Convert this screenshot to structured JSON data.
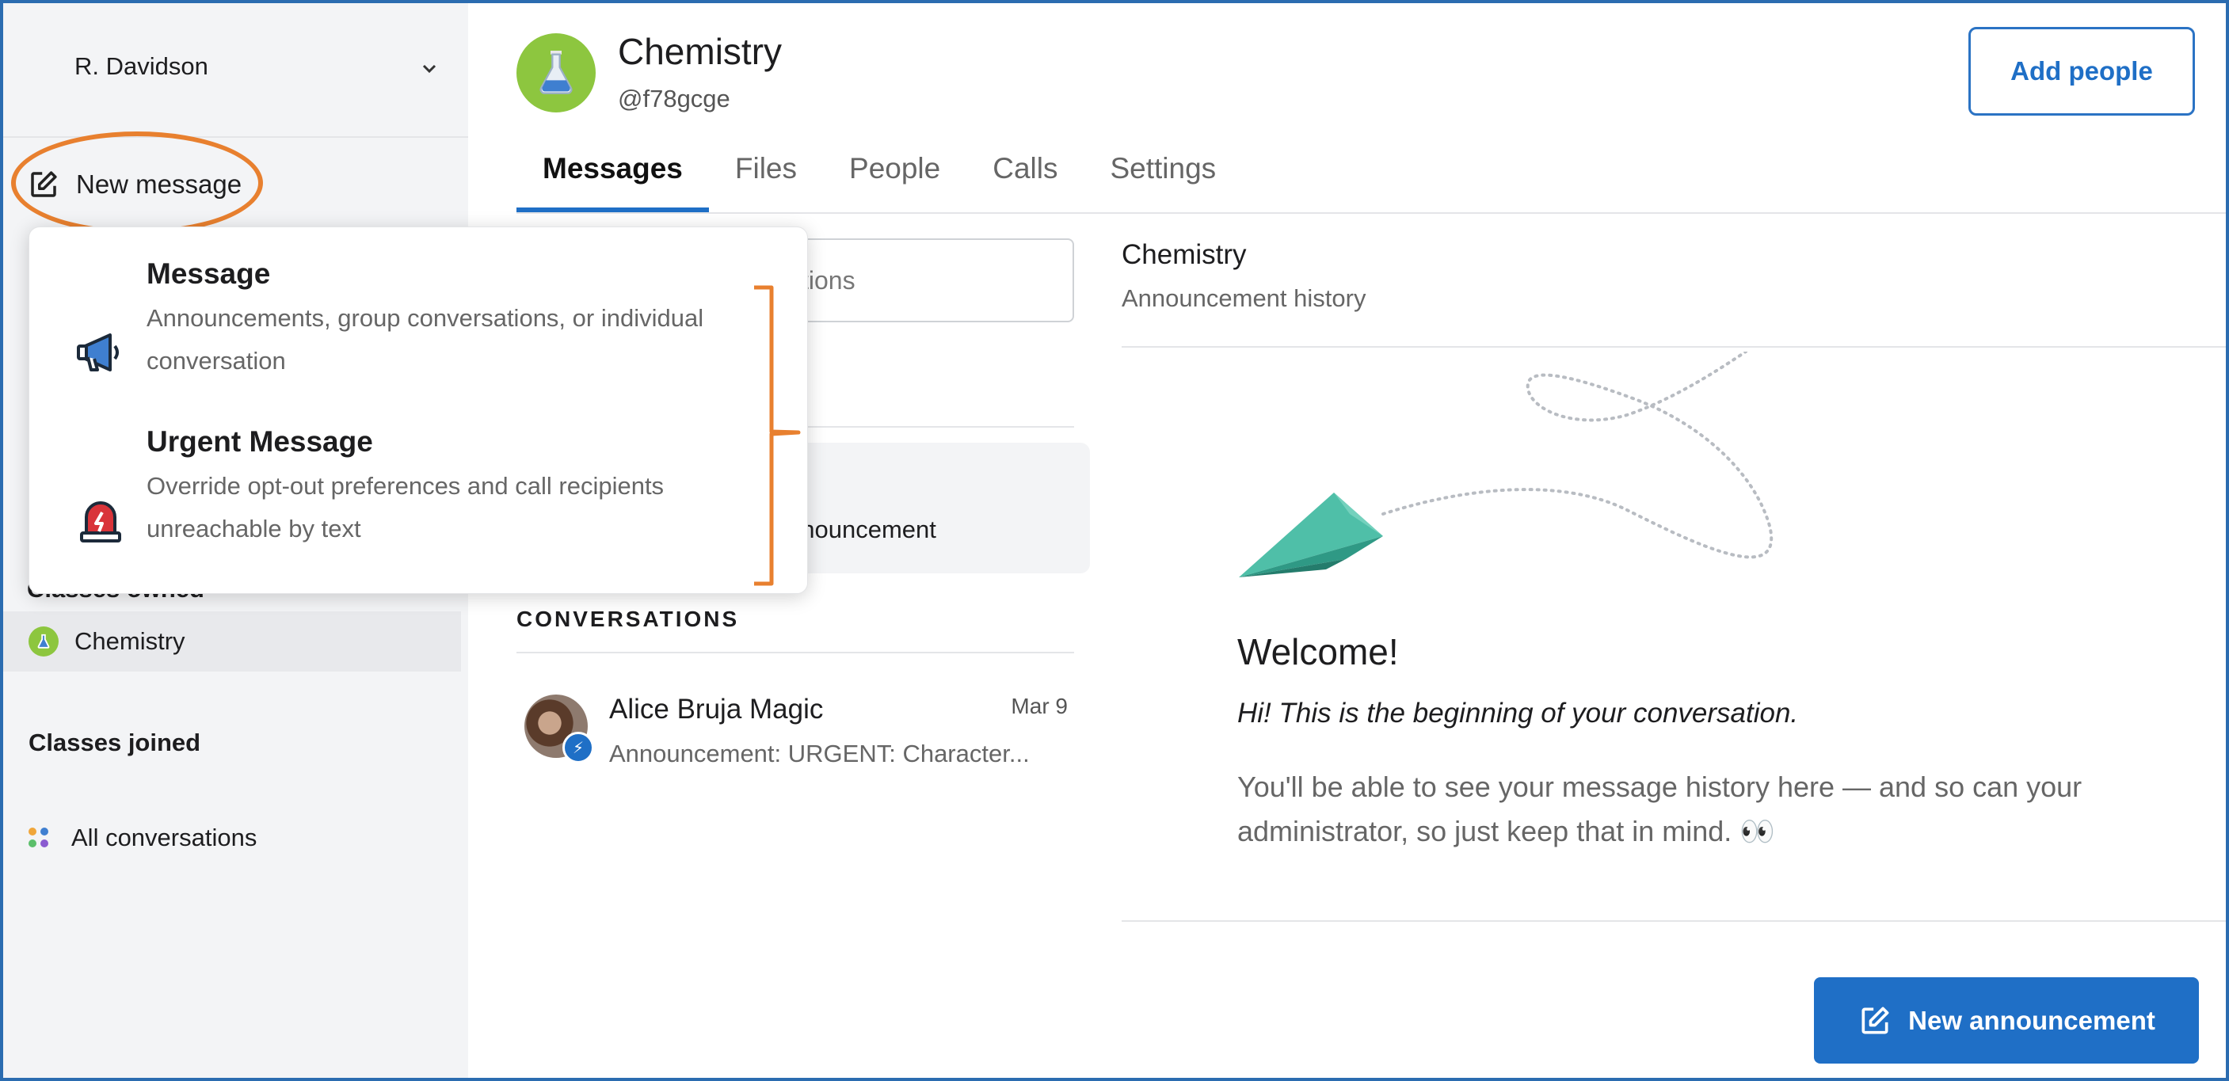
{
  "sidebar": {
    "user_name": "R. Davidson",
    "new_message_label": "New message",
    "classes_owned_label": "Classes owned",
    "owned_classes": [
      {
        "label": "Chemistry"
      }
    ],
    "classes_joined_label": "Classes joined",
    "all_conversations_label": "All conversations"
  },
  "header": {
    "class_title": "Chemistry",
    "class_code": "@f78gcge",
    "add_people_label": "Add people"
  },
  "tabs": [
    {
      "label": "Messages",
      "active": true
    },
    {
      "label": "Files"
    },
    {
      "label": "People"
    },
    {
      "label": "Calls"
    },
    {
      "label": "Settings"
    }
  ],
  "middle": {
    "search_placeholder_visible": "tions",
    "announcement_row_visible": "nnouncement",
    "conversations_header": "CONVERSATIONS",
    "conversations": [
      {
        "name": "Alice Bruja Magic",
        "date": "Mar 9",
        "preview": "Announcement: URGENT: Character..."
      }
    ]
  },
  "right": {
    "title": "Chemistry",
    "subtitle": "Announcement history",
    "welcome": "Welcome!",
    "intro": "Hi! This is the beginning of your conversation.",
    "body": "You'll be able to see your message history here — and so can your administrator, so just keep that in mind. 👀",
    "new_announcement_label": "New announcement"
  },
  "dropdown": {
    "items": [
      {
        "title": "Message",
        "description": "Announcements, group conversations, or individual conversation",
        "icon": "megaphone-icon"
      },
      {
        "title": "Urgent Message",
        "description": "Override opt-out preferences and call recipients unreachable by text",
        "icon": "siren-icon"
      }
    ]
  },
  "colors": {
    "accent": "#1f6fc6",
    "highlight": "#e8802f",
    "class_avatar": "#8dc63f",
    "plane": "#4fbfa8",
    "sidebar_bg": "#f3f4f6"
  }
}
